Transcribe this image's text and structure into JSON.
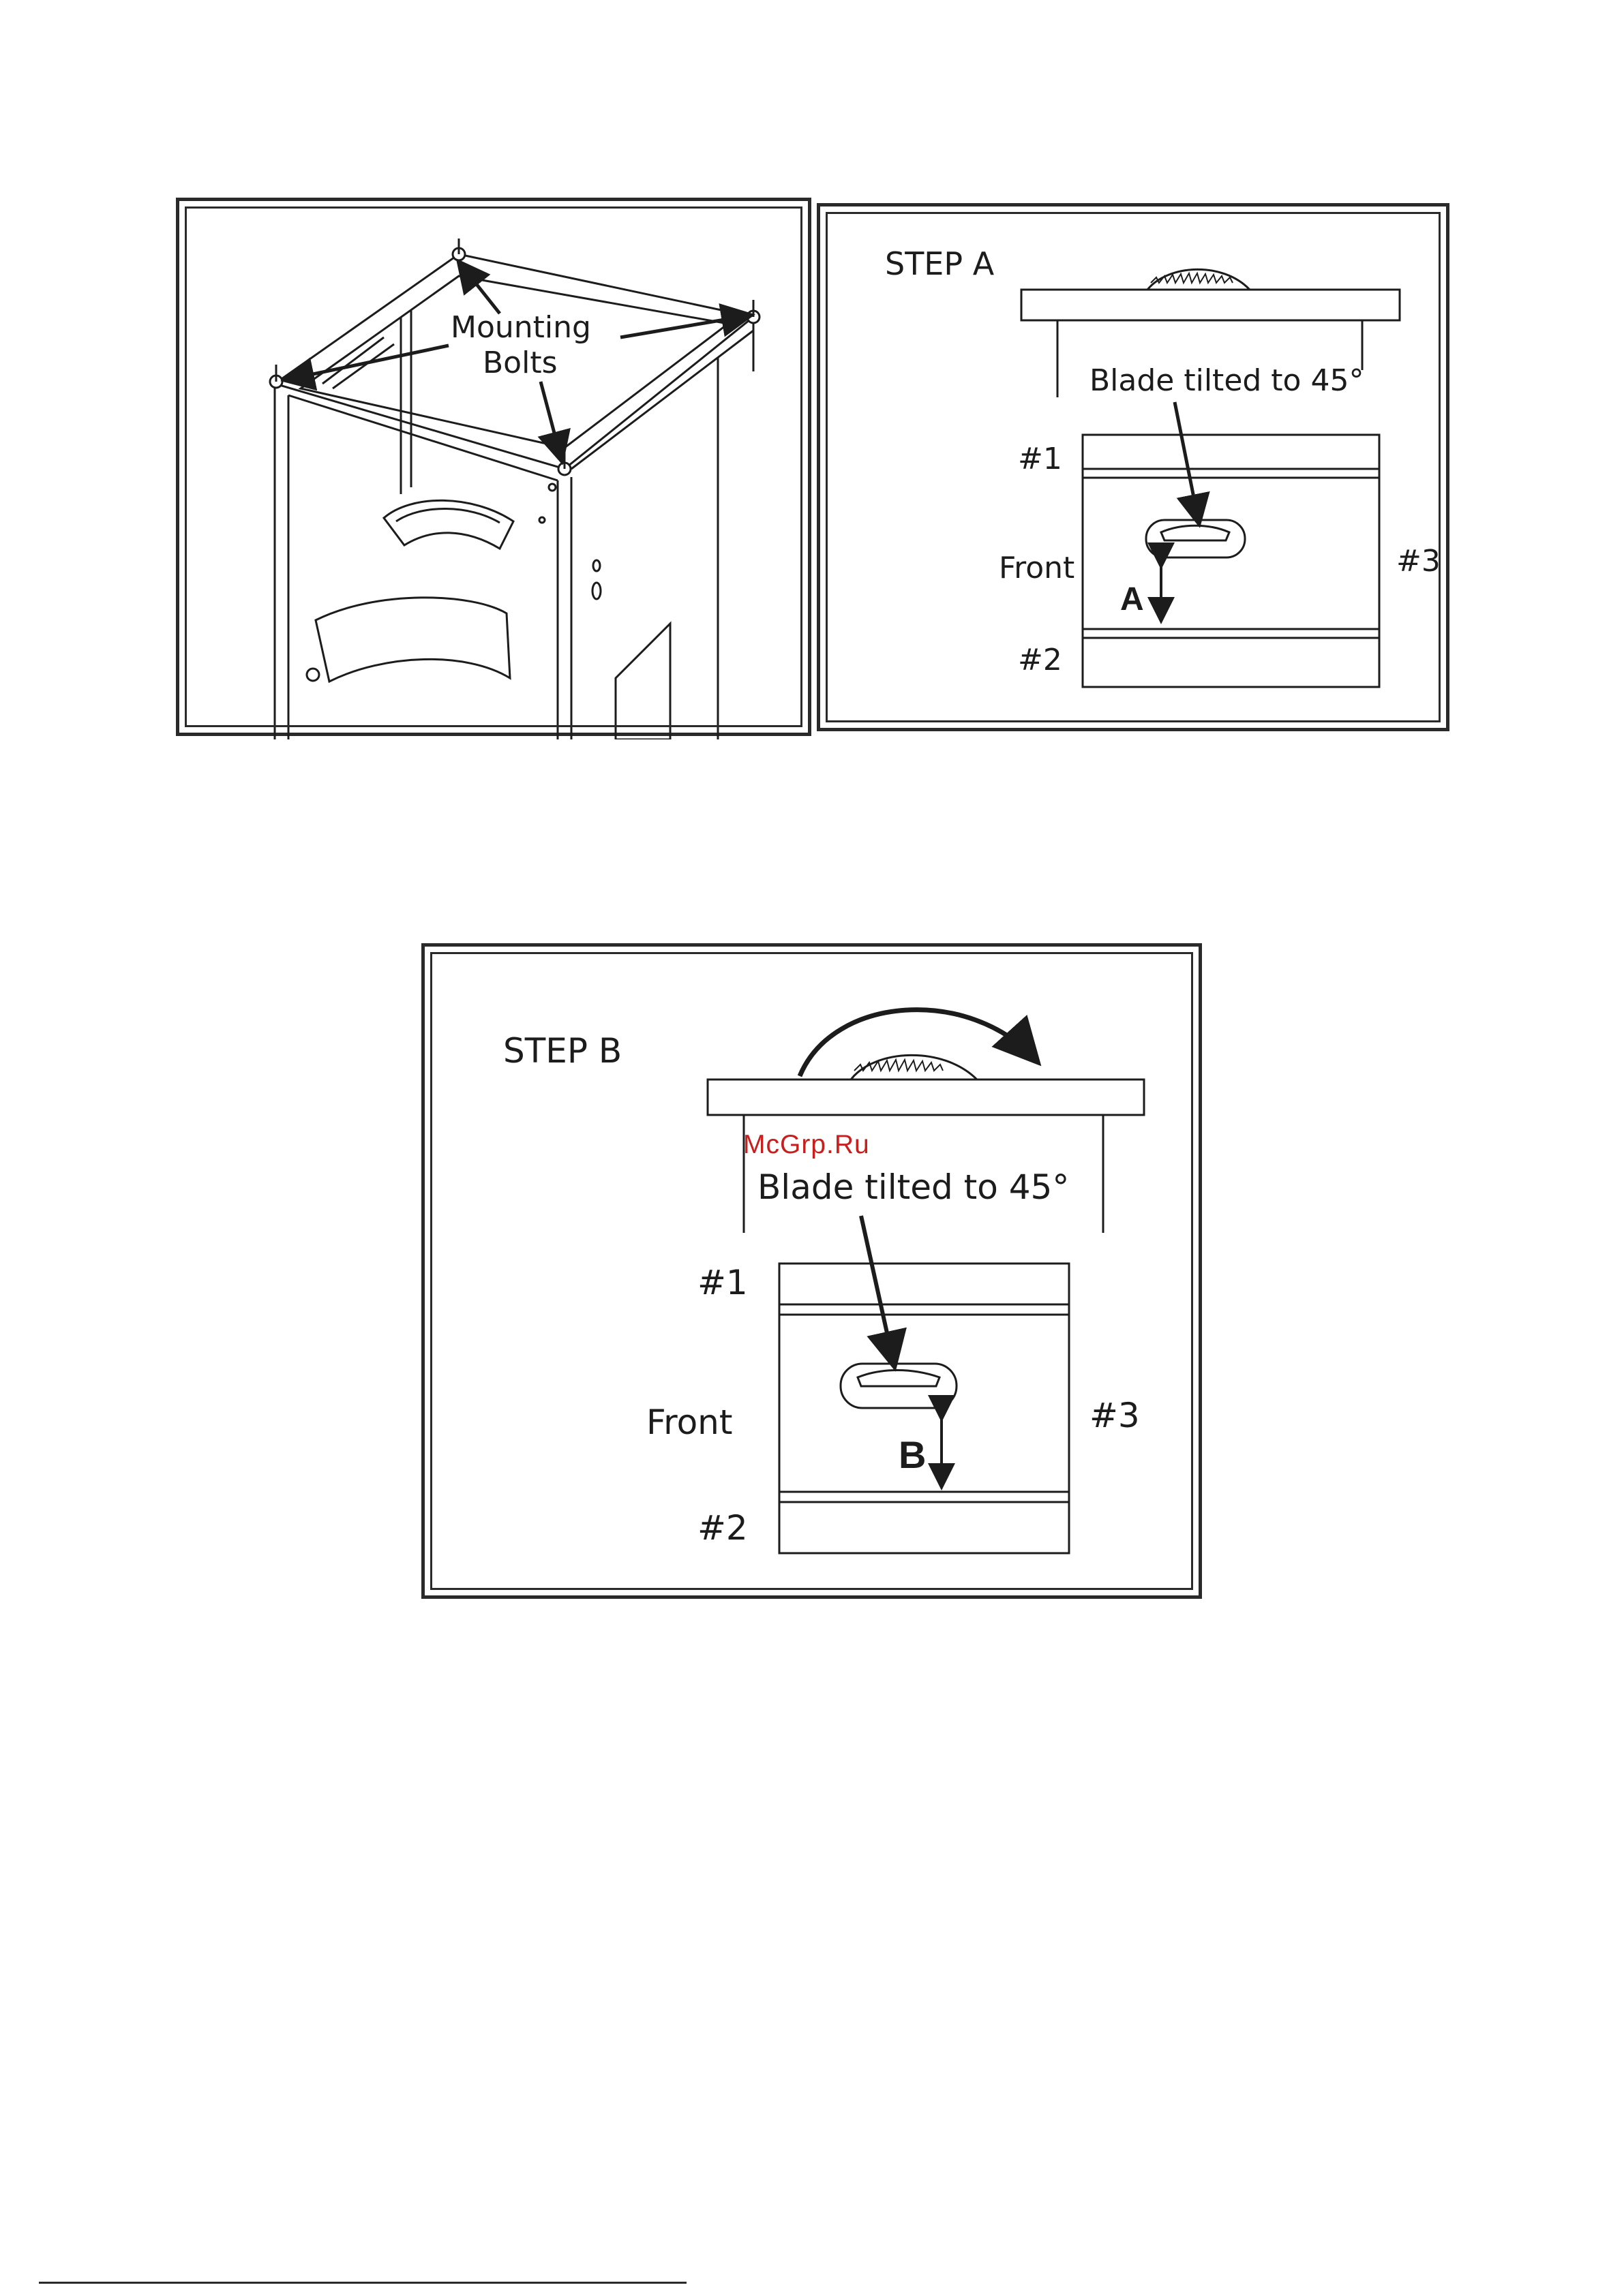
{
  "figure_mount": {
    "callout": [
      "Mounting",
      "Bolts"
    ]
  },
  "figure_step_a": {
    "step_title": "STEP A",
    "blade_note": "Blade tilted to 45°",
    "label_1": "#1",
    "label_2": "#2",
    "label_3": "#3",
    "label_front": "Front",
    "measure_letter": "A"
  },
  "figure_step_b": {
    "step_title": "STEP B",
    "blade_note": "Blade tilted to 45°",
    "label_1": "#1",
    "label_2": "#2",
    "label_3": "#3",
    "label_front": "Front",
    "measure_letter": "B"
  },
  "watermark": "McGrp.Ru"
}
